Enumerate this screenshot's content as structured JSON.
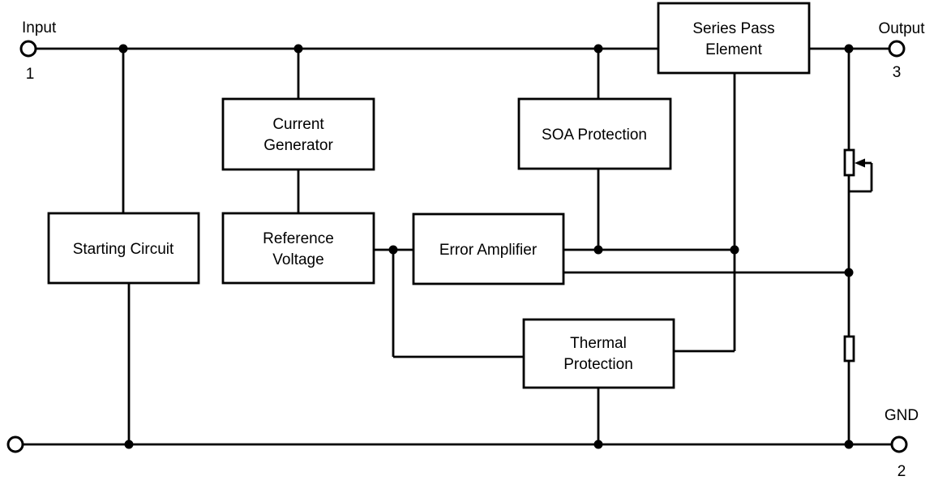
{
  "colors": {
    "line": "#000000",
    "background": "#ffffff",
    "text": "#000000"
  },
  "terminals": {
    "input": {
      "label": "Input",
      "pin": "1"
    },
    "output": {
      "label": "Output",
      "pin": "3"
    },
    "gnd": {
      "label": "GND",
      "pin": "2"
    }
  },
  "blocks": {
    "series_pass_element": {
      "line1": "Series Pass",
      "line2": "Element"
    },
    "current_generator": {
      "line1": "Current",
      "line2": "Generator"
    },
    "soa_protection": {
      "line1": "SOA Protection"
    },
    "starting_circuit": {
      "line1": "Starting Circuit"
    },
    "reference_voltage": {
      "line1": "Reference",
      "line2": "Voltage"
    },
    "error_amplifier": {
      "line1": "Error Amplifier"
    },
    "thermal_protection": {
      "line1": "Thermal",
      "line2": "Protection"
    }
  }
}
